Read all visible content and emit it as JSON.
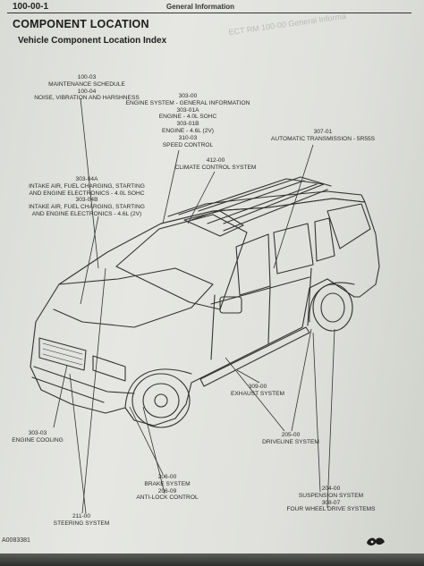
{
  "header": {
    "section_number": "100-00-1",
    "manual_section": "General Information",
    "ghost_text": "ECT RM 100-00 General Informa"
  },
  "title": "COMPONENT LOCATION",
  "subtitle": "Vehicle Component Location Index",
  "callouts": {
    "maintenance": {
      "code1": "100-03",
      "text1": "Maintenance Schedule",
      "code2": "100-04",
      "text2": "Noise, Vibration and Harshness"
    },
    "engine_general": {
      "code": "303-00",
      "text": "Engine System - General Information"
    },
    "engine_40": {
      "code": "303-01A",
      "text": "Engine - 4.0L SOHC"
    },
    "engine_46": {
      "code": "303-01B",
      "text": "Engine - 4.6L (2V)"
    },
    "speed_control": {
      "code": "310-03",
      "text": "Speed Control"
    },
    "climate": {
      "code": "412-00",
      "text": "Climate Control System"
    },
    "trans": {
      "code": "307-01",
      "text": "Automatic Transmission - 5R55S"
    },
    "intake_40": {
      "code": "303-04A",
      "line1": "Intake Air, Fuel Charging, Starting",
      "line2": "and Engine Electronics - 4.0L SOHC"
    },
    "intake_46": {
      "code": "303-04B",
      "line1": "Intake Air, Fuel Charging, Starting",
      "line2": "and Engine Electronics - 4.6L (2V)"
    },
    "exhaust": {
      "code": "309-00",
      "text": "Exhaust System"
    },
    "driveline": {
      "code": "205-00",
      "text": "Driveline System"
    },
    "cooling": {
      "code": "303-03",
      "text": "Engine Cooling"
    },
    "brake": {
      "code": "206-00",
      "text": "Brake System"
    },
    "abs": {
      "code": "206-09",
      "text": "Anti-Lock Control"
    },
    "suspension": {
      "code": "204-00",
      "text": "Suspension System"
    },
    "fwd": {
      "code": "308-07",
      "text": "Four Wheel Drive Systems"
    },
    "steering": {
      "code": "211-00",
      "text": "Steering System"
    }
  },
  "footer": {
    "figure_id": "A0083381"
  },
  "colors": {
    "paper": "#e2e3de",
    "ink": "#2b2b2b",
    "background": "#3a3d3a"
  }
}
